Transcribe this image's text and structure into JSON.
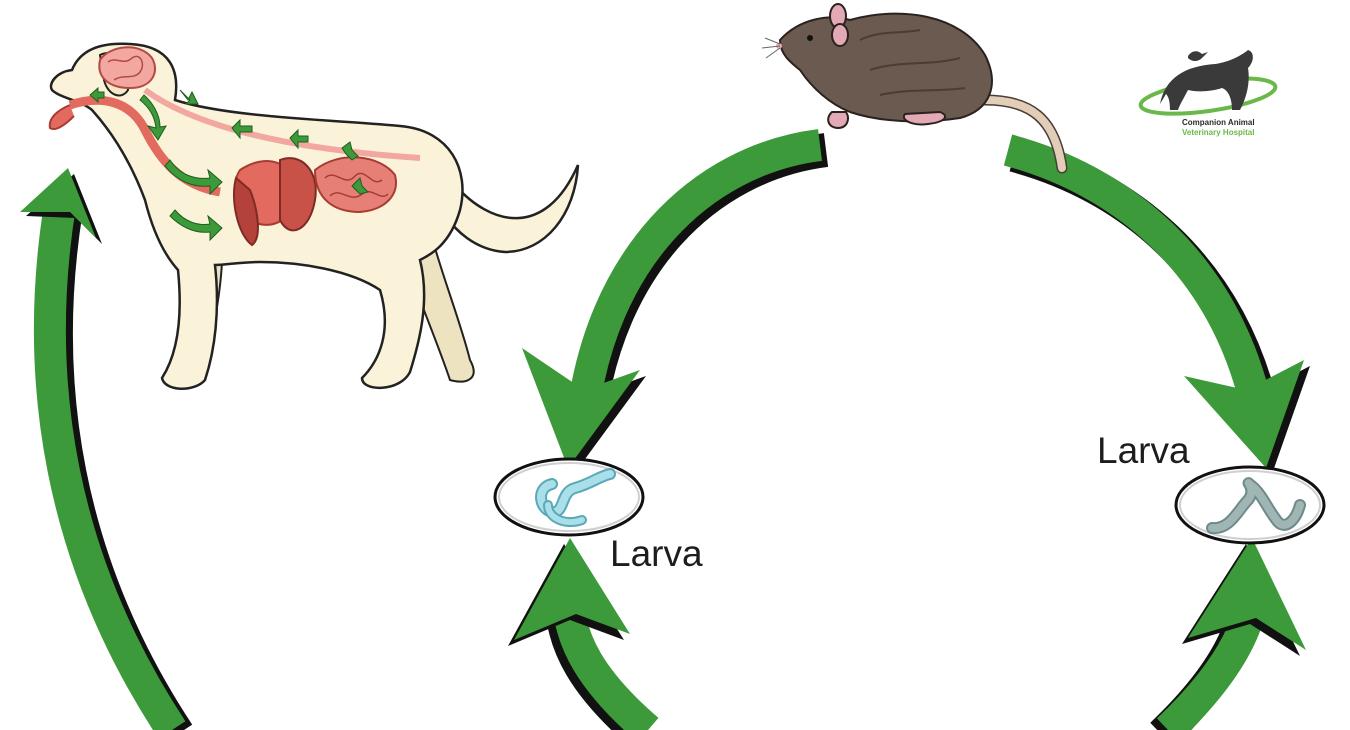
{
  "labels": {
    "larva_left": "Larva",
    "larva_right": "Larva"
  },
  "logo": {
    "line1": "Companion Animal",
    "line2": "Veterinary Hospital",
    "accent_color": "#6ab84a"
  },
  "colors": {
    "arrow": "#3d9a3a",
    "arrow_shadow": "#111111",
    "dog_body": "#faf3d9",
    "organ": "#e26a5e",
    "rat_fur": "#6b5a50",
    "larva_blue": "#a9dfe9",
    "larva_grey": "#9fb6b5"
  },
  "icons": {
    "dog": "dog-anatomy-illustration",
    "rat": "rat-illustration",
    "cyst_left": "larva-cyst-icon",
    "cyst_right": "larva-cyst-icon",
    "logo": "dog-and-bird-logo"
  }
}
